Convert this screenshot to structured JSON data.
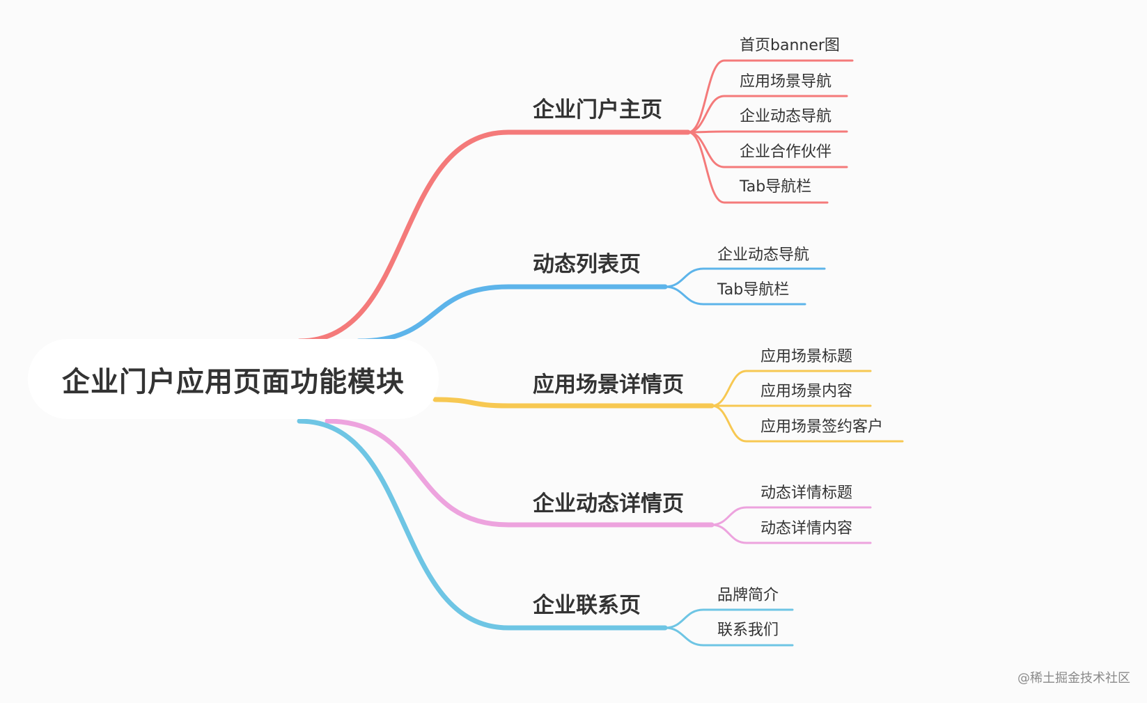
{
  "root": {
    "label": "企业门户应用页面功能模块"
  },
  "branches": [
    {
      "label": "企业门户主页",
      "color": "#f47a7a",
      "children": [
        "首页banner图",
        "应用场景导航",
        "企业动态导航",
        "企业合作伙伴",
        "Tab导航栏"
      ]
    },
    {
      "label": "动态列表页",
      "color": "#5db4ea",
      "children": [
        "企业动态导航",
        "Tab导航栏"
      ]
    },
    {
      "label": "应用场景详情页",
      "color": "#f7c852",
      "children": [
        "应用场景标题",
        "应用场景内容",
        "应用场景签约客户"
      ]
    },
    {
      "label": "企业动态详情页",
      "color": "#eda3de",
      "children": [
        "动态详情标题",
        "动态详情内容"
      ]
    },
    {
      "label": "企业联系页",
      "color": "#6ec5e4",
      "children": [
        "品牌简介",
        "联系我们"
      ]
    }
  ],
  "watermark": "@稀土掘金技术社区"
}
